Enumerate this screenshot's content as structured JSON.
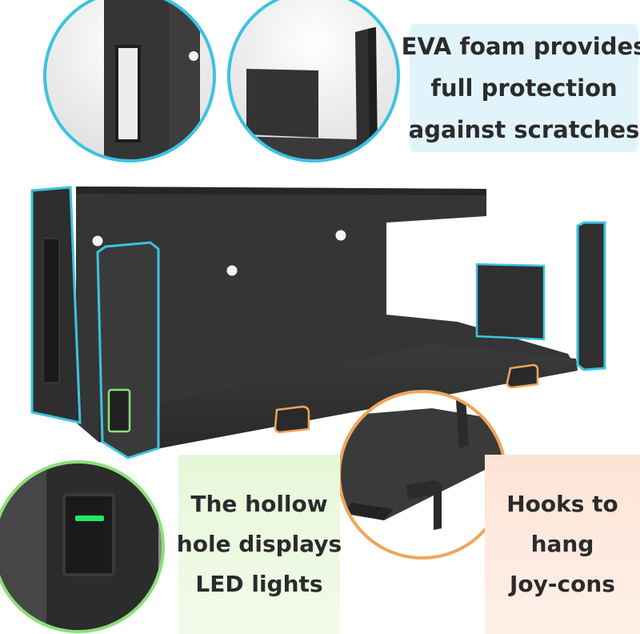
{
  "callouts": {
    "eva_foam": {
      "lines": [
        "EVA foam provides",
        "full protection",
        "against scratches"
      ]
    },
    "led": {
      "lines": [
        "The hollow",
        "hole displays",
        "LED lights"
      ]
    },
    "hooks": {
      "lines": [
        "Hooks to",
        "hang",
        "Joy-cons"
      ]
    }
  },
  "colors": {
    "foam_outline": "#3cc3e2",
    "led_ring": "#8be07a",
    "hook_accent": "#f0a55a",
    "led_light": "#22e866",
    "shelf_dark": "#333333",
    "eva_panel": "#e2f4fb",
    "led_panel": "#e6f8d9",
    "hooks_panel": "#fde3d6"
  }
}
